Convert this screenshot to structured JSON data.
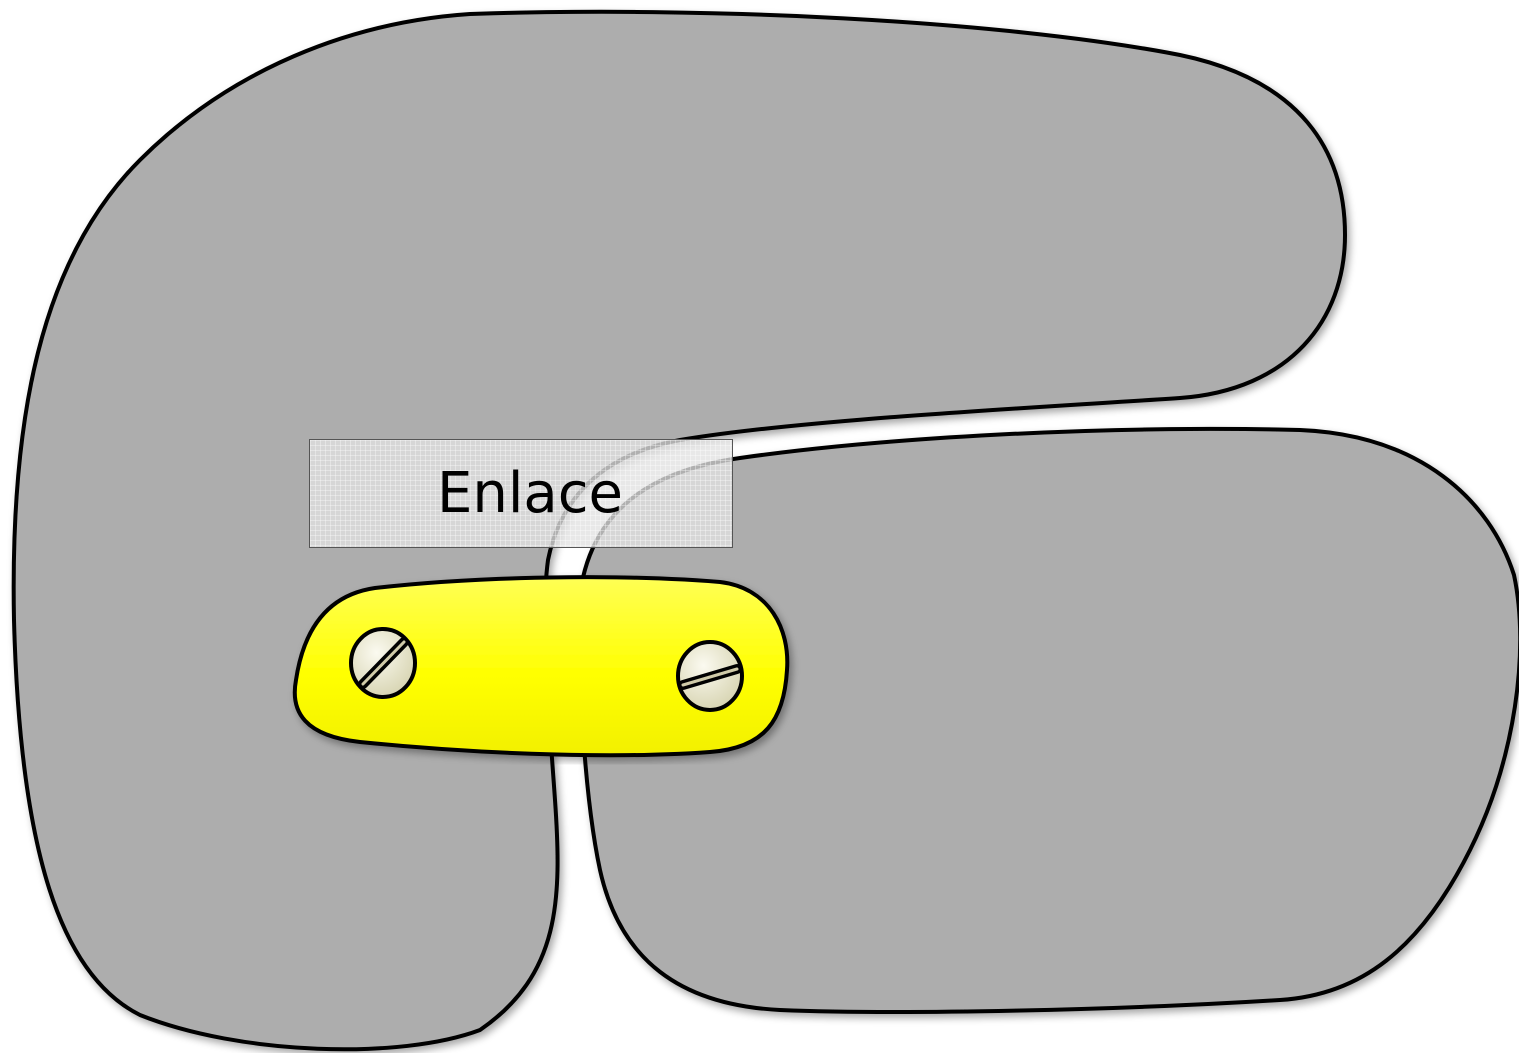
{
  "diagram": {
    "label": "Enlace",
    "colors": {
      "background": "#ffffff",
      "shape_fill": "#adadad",
      "shape_stroke": "#000000",
      "plate_fill": "#ffff00",
      "screw_fill": "#e9e7c8"
    },
    "elements": {
      "upper_shape": "upper-gray-shape",
      "lower_shape": "lower-gray-shape",
      "plate": "yellow-link-plate",
      "screws": [
        "left-screw-icon",
        "right-screw-icon"
      ]
    }
  }
}
